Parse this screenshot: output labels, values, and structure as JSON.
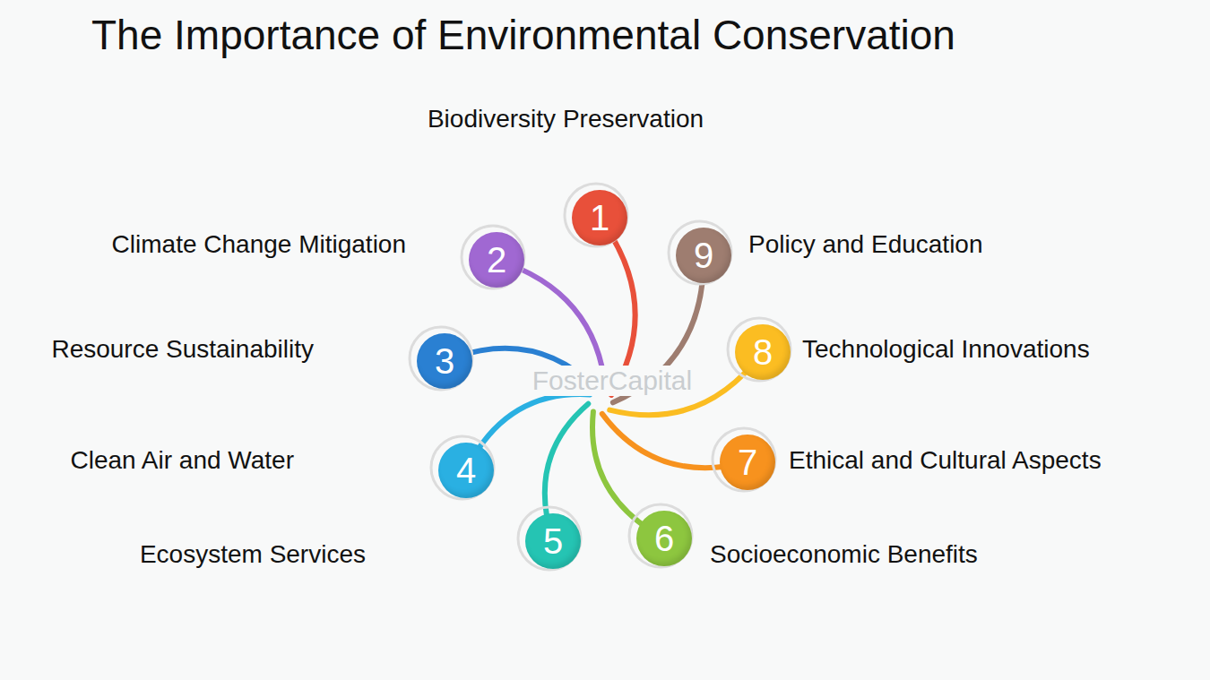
{
  "diagram": {
    "title": "The Importance of Environmental Conservation",
    "nodes": [
      {
        "text": [
          "1",
          "Biodiversity Preservation"
        ]
      },
      {
        "text": [
          "2",
          "Climate Change Mitigation"
        ]
      },
      {
        "text": [
          "3",
          "Resource Sustainability"
        ]
      },
      {
        "text": [
          "4",
          "Clean Air and Water"
        ]
      },
      {
        "text": [
          "5",
          "Ecosystem Services"
        ]
      },
      {
        "text": [
          "6",
          "Socioeconomic Benefits"
        ]
      },
      {
        "text": [
          "7",
          "Ethical and Cultural Aspects"
        ]
      },
      {
        "text": [
          "8",
          "Technological Innovations"
        ]
      },
      {
        "text": [
          "9",
          "Policy and Education"
        ]
      }
    ],
    "labels": [
      "FosterCapital"
    ]
  }
}
